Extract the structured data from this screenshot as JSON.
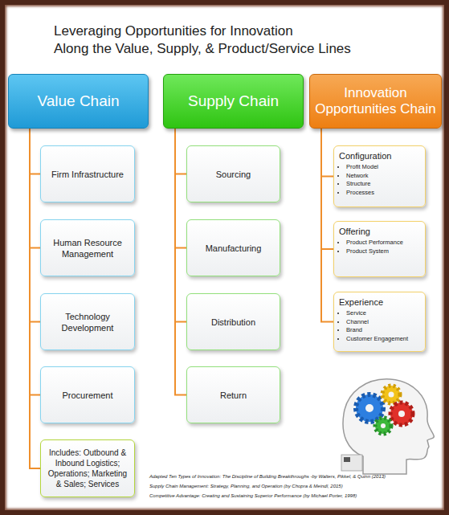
{
  "diagram": {
    "title": "Leveraging Opportunities for Innovation Along the Value, Supply, & Product/Service Lines",
    "nodes": [
      {
        "text": [
          "Value Chain"
        ]
      },
      {
        "text": [
          "Firm Infrastructure"
        ]
      },
      {
        "text": [
          "Human Resource Management"
        ]
      },
      {
        "text": [
          "Technology Development"
        ]
      },
      {
        "text": [
          "Procurement"
        ]
      },
      {
        "text": [
          "Includes: Outbound & Inbound Logistics; Operations; Marketing & Sales; Services"
        ]
      },
      {
        "text": [
          "Supply Chain"
        ]
      },
      {
        "text": [
          "Sourcing"
        ]
      },
      {
        "text": [
          "Manufacturing"
        ]
      },
      {
        "text": [
          "Distribution"
        ]
      },
      {
        "text": [
          "Return"
        ]
      },
      {
        "text": [
          "Innovation Opportunities Chain"
        ]
      },
      {
        "text": [
          "Configuration",
          "Profit Model",
          "Network",
          "Structure",
          "Processes"
        ]
      },
      {
        "text": [
          "Offering",
          "Product Performance",
          "Product System"
        ]
      },
      {
        "text": [
          "Experience",
          "Service",
          "Channel",
          "Brand",
          "Customer Engagement"
        ]
      }
    ],
    "edges": [
      {
        "from": 0,
        "to": 1,
        "arrow": "none"
      },
      {
        "from": 0,
        "to": 2,
        "arrow": "none"
      },
      {
        "from": 0,
        "to": 3,
        "arrow": "none"
      },
      {
        "from": 0,
        "to": 4,
        "arrow": "none"
      },
      {
        "from": 0,
        "to": 5,
        "arrow": "none"
      },
      {
        "from": 6,
        "to": 7,
        "arrow": "none"
      },
      {
        "from": 6,
        "to": 8,
        "arrow": "none"
      },
      {
        "from": 6,
        "to": 9,
        "arrow": "none"
      },
      {
        "from": 6,
        "to": 10,
        "arrow": "none"
      },
      {
        "from": 11,
        "to": 12,
        "arrow": "none"
      },
      {
        "from": 11,
        "to": 13,
        "arrow": "none"
      },
      {
        "from": 11,
        "to": 14,
        "arrow": "none"
      }
    ],
    "labels": [
      "Adapted Ten Types of Innovation: The Discipline of Building Breakthroughs -by Walters, Pikkel, & Quinn (2013)",
      "Supply Chain Management: Strategy, Planning, and Operation (by Chopra & Meindl, 2015)",
      "Competitive Advantage: Creating and Sustaining Superior Performance (by Michael Porter, 1998)"
    ]
  }
}
